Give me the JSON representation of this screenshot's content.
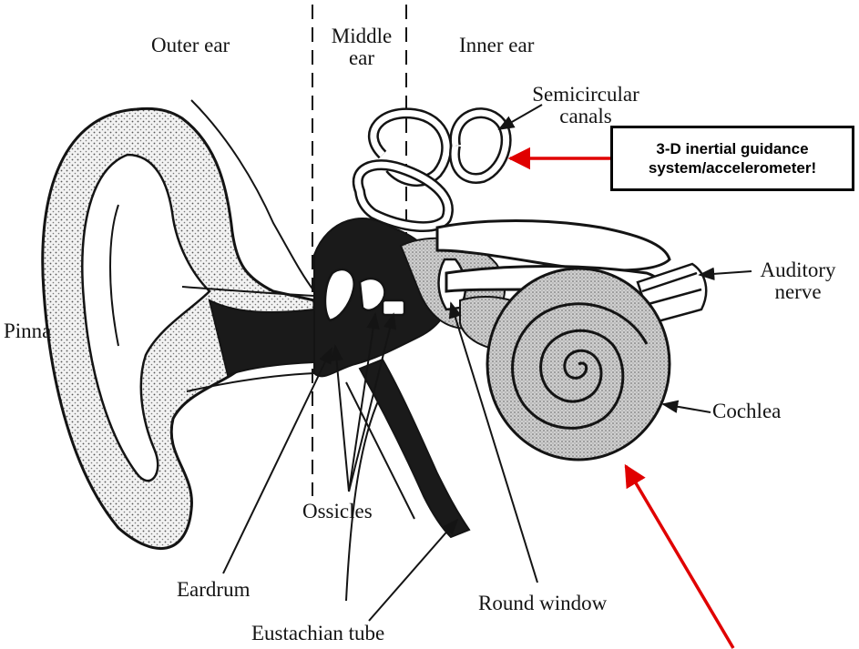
{
  "labels": {
    "outer_ear": "Outer ear",
    "middle_ear_line1": "Middle",
    "middle_ear_line2": "ear",
    "inner_ear": "Inner ear",
    "semicircular_line1": "Semicircular",
    "semicircular_line2": "canals",
    "auditory_line1": "Auditory",
    "auditory_line2": "nerve",
    "pinna": "Pinna",
    "cochlea": "Cochlea",
    "ossicles": "Ossicles",
    "eardrum": "Eardrum",
    "round_window": "Round window",
    "eustachian_tube": "Eustachian tube"
  },
  "callout": {
    "line1": "3-D inertial guidance",
    "line2": "system/accelerometer!"
  },
  "colors": {
    "ink": "#141414",
    "arrow": "#e00000",
    "fill_dark": "#1a1a1a",
    "fill_stipple": "#c9c9c9"
  }
}
